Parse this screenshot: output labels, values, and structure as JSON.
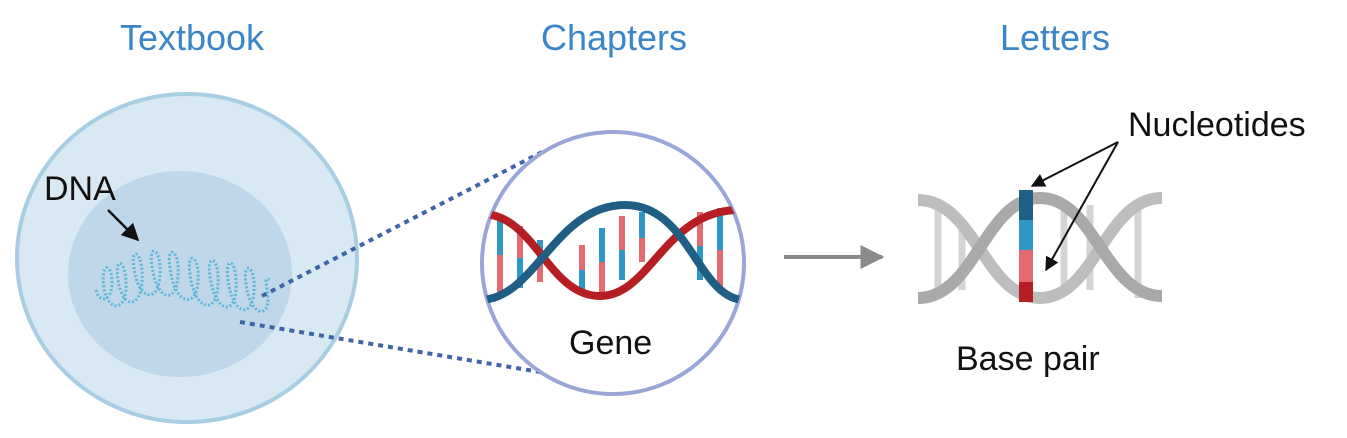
{
  "headings": {
    "textbook": "Textbook",
    "chapters": "Chapters",
    "letters": "Letters"
  },
  "labels": {
    "dna": "DNA",
    "gene": "Gene",
    "nucleotides": "Nucleotides",
    "base_pair": "Base pair"
  },
  "colors": {
    "heading": "#3a86c8",
    "cell_outer_fill": "#d9e9f3",
    "cell_outer_stroke": "#a9cde3",
    "nucleus_fill": "#bfd7e9",
    "dna_strand": "#5bb8d8",
    "zoom_dots": "#3f64a8",
    "strand_red": "#b51f24",
    "strand_blue": "#1f5f85",
    "rung_red": "#e46a72",
    "rung_blue": "#2e97c4",
    "grey_helix": "#bdbdbd",
    "arrow_grey": "#8a8a8a"
  }
}
